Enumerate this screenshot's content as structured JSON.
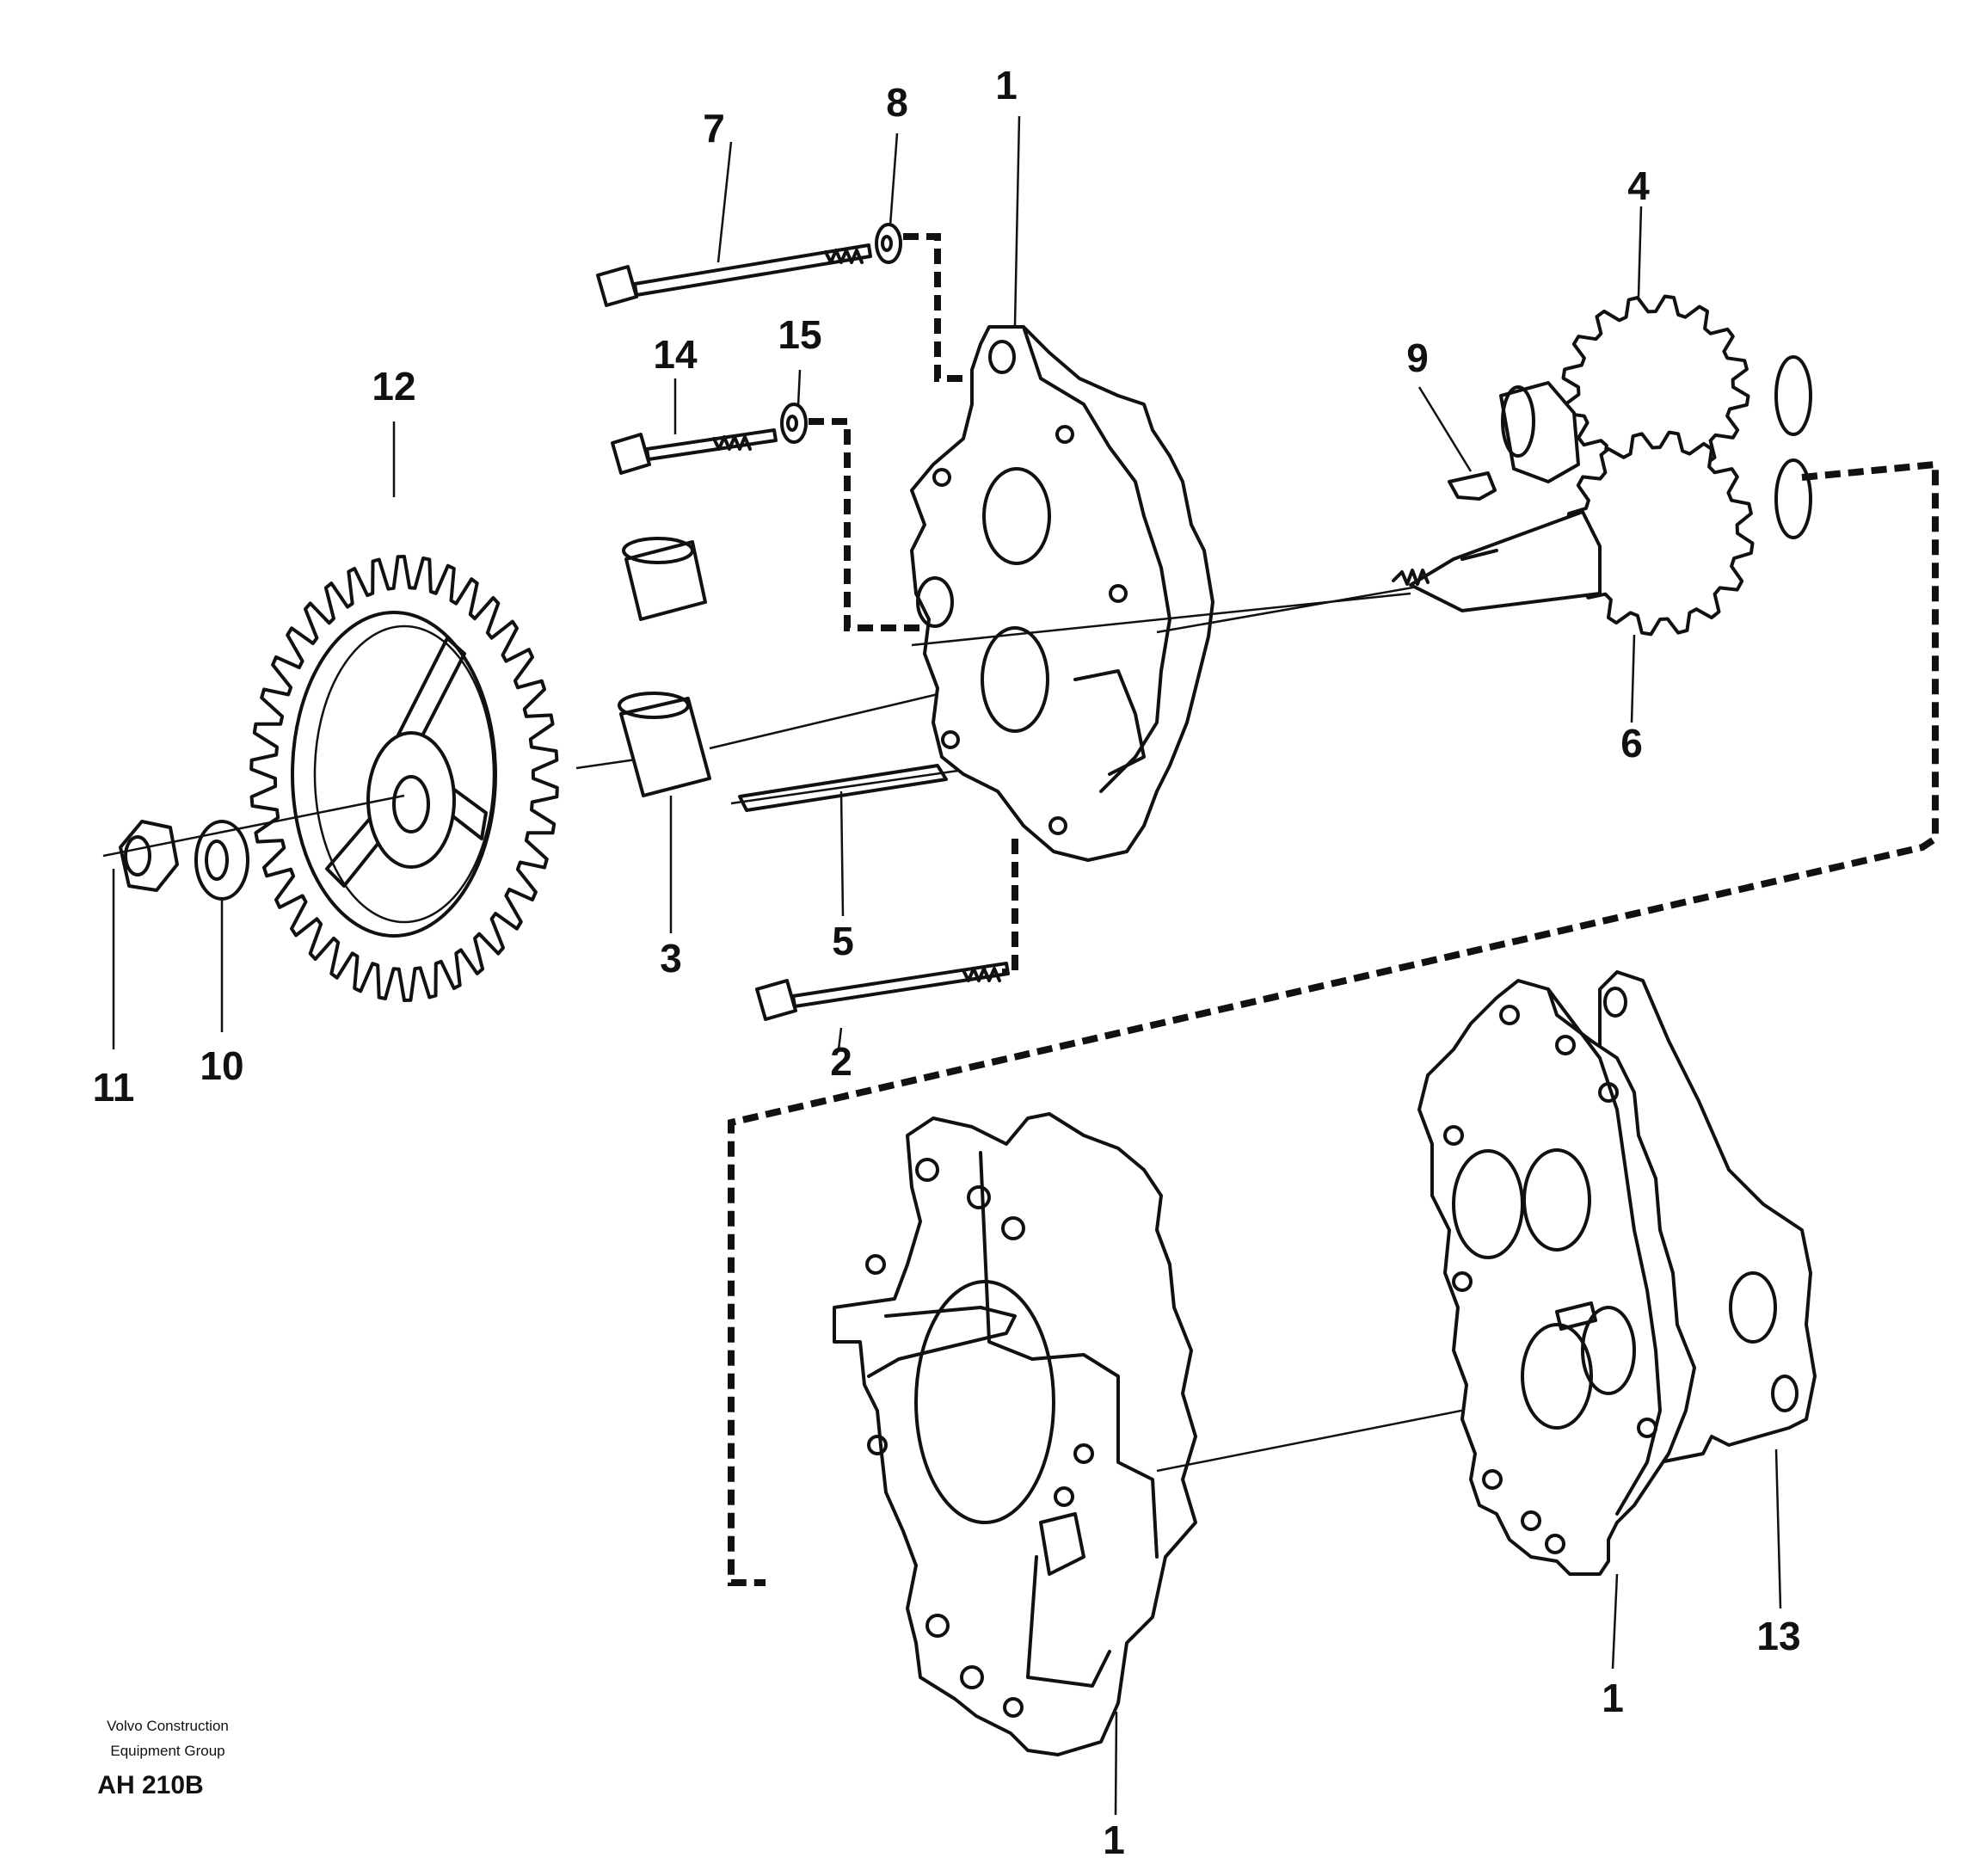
{
  "credit": {
    "line1": "Volvo Construction",
    "line2": "Equipment Group"
  },
  "doc_id": "AH 210B",
  "callouts": {
    "c1_top": "1",
    "c1_mid": "1",
    "c1_bottom": "1",
    "c2": "2",
    "c3": "3",
    "c4": "4",
    "c5": "5",
    "c6": "6",
    "c7": "7",
    "c8": "8",
    "c9": "9",
    "c10": "10",
    "c11": "11",
    "c12": "12",
    "c13": "13",
    "c14": "14",
    "c15": "15"
  }
}
